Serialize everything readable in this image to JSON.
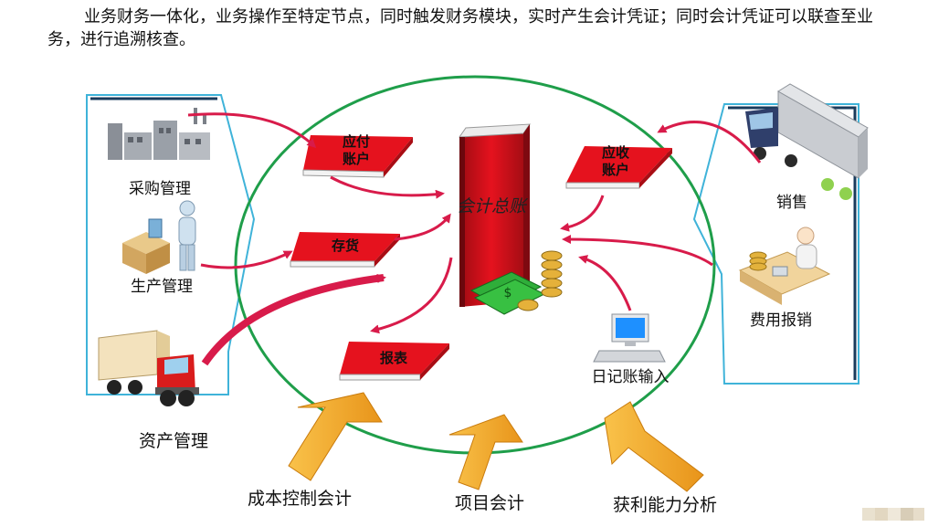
{
  "intro": "业务财务一体化，业务操作至特定节点，同时触发财务模块，实时产生会计凭证；同时会计凭证可以联查至业务，进行追溯核查。",
  "center_ledger": {
    "label": "会计总账"
  },
  "books": {
    "payable": [
      "应付",
      "账户"
    ],
    "receivable": [
      "应收",
      "账户"
    ],
    "inventory": [
      "存货"
    ],
    "report": [
      "报表"
    ]
  },
  "left_modules": {
    "purchasing": "采购管理",
    "production": "生产管理",
    "assets": "资产管理"
  },
  "right_modules": {
    "sales": "销售",
    "expense": "费用报销"
  },
  "journal_entry": "日记账输入",
  "bottom_outputs": {
    "cost_control": "成本控制会计",
    "project": "项目会计",
    "profitability": "获利能力分析"
  },
  "colors": {
    "book_red": "#e5121e",
    "ellipse_green": "#1f9e4a",
    "panel_border": "#3fb3d9",
    "arrow_orange": "#f5a623"
  }
}
